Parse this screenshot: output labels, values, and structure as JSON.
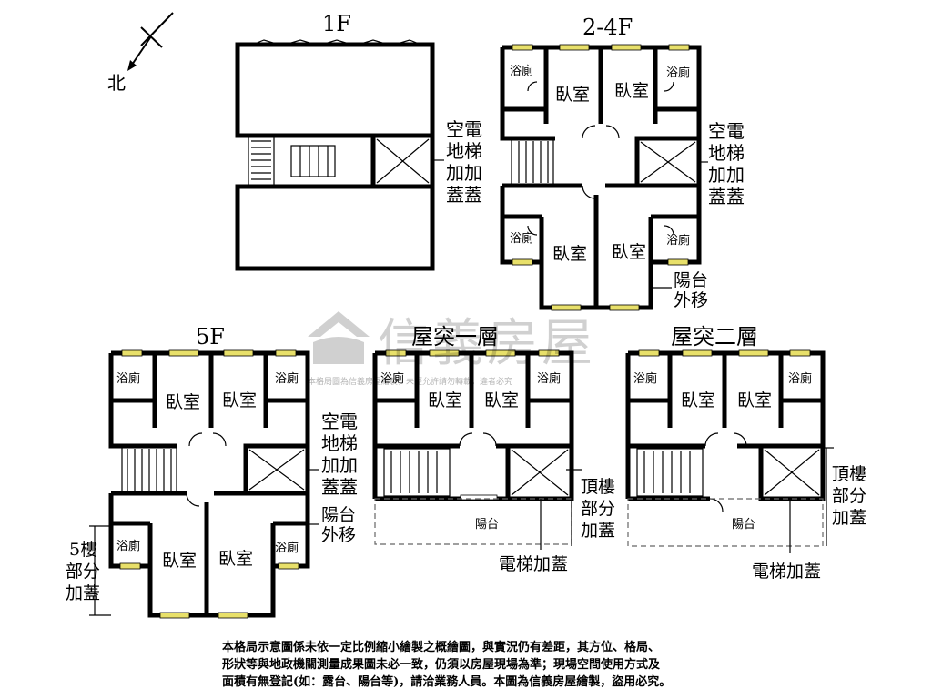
{
  "floors": {
    "f1": "1F",
    "f24": "2-4F",
    "f5": "5F",
    "r1": "屋突一層",
    "r2": "屋突二層"
  },
  "compass": {
    "north": "北"
  },
  "rooms": {
    "bedroom": "臥室",
    "bath": "浴廁",
    "balcony": "陽台"
  },
  "notes": {
    "elev_col1": "空電",
    "elev_col2": "地梯",
    "elev_col3": "加加",
    "elev_col4": "蓋蓋",
    "balcony_line1": "陽台",
    "balcony_line2": "外移",
    "roof_line1": "頂樓",
    "roof_line2": "部分",
    "roof_line3": "加蓋",
    "f5_line1": "5樓",
    "f5_line2": "部分",
    "f5_line3": "加蓋",
    "elevator_added": "電梯加蓋"
  },
  "watermark": {
    "brand": "信義房屋",
    "notice": "本格局圖為信義房屋繪製，未經允許請勿轉載，違者必究"
  },
  "disclaimer": {
    "line1": "本格局示意圖係未依一定比例縮小繪製之概繪圖，與實況仍有差距，其方位、格局、",
    "line2": "形狀等與地政機關測量成果圖未必一致，仍須以房屋現場為準；現場空間使用方式及",
    "line3": "面積有無登記(如：露台、陽台等)，請洽業務人員。本圖為信義房屋繪製，盜用必究。"
  },
  "colors": {
    "window": "#e8e06a",
    "wall": "#000000",
    "watermark": "#9a9a9a"
  }
}
